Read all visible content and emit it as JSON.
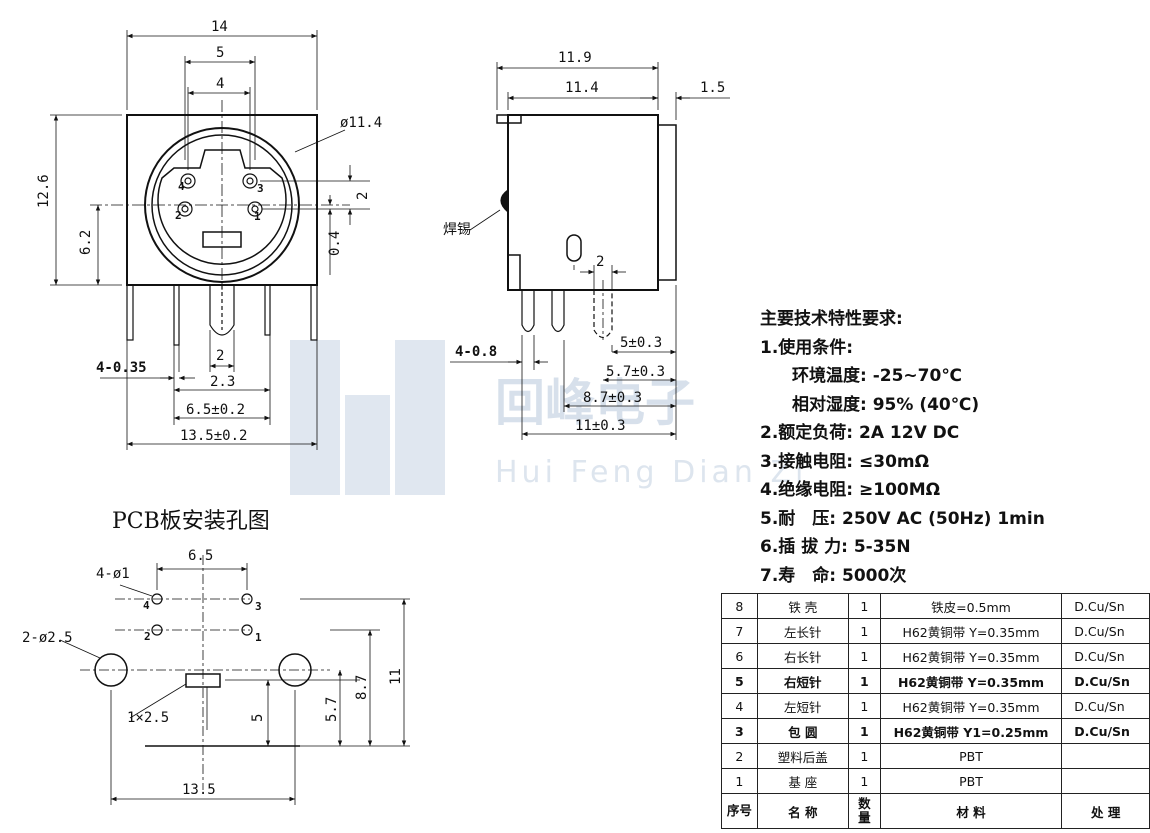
{
  "front_view": {
    "dims": {
      "width_14": "14",
      "pitch_5": "5",
      "pitch_4": "4",
      "diameter": "ø11.4",
      "height_12_6": "12.6",
      "height_6_2": "6.2",
      "v_2": "2",
      "v_0_4": "0.4",
      "pin_count_dia": "4-0.35",
      "pin_2": "2",
      "pin_2_3": "2.3",
      "pin_6_5": "6.5±0.2",
      "pin_13_5": "13.5±0.2"
    },
    "pin_labels": [
      "4",
      "3",
      "2",
      "1"
    ]
  },
  "side_view": {
    "dims": {
      "len_11_9": "11.9",
      "len_11_4": "11.4",
      "len_1_5": "1.5",
      "solder": "焊锡",
      "gap_2": "2",
      "pin_dia": "4-0.8",
      "d_5": "5±0.3",
      "d_5_7": "5.7±0.3",
      "d_8_7": "8.7±0.3",
      "d_11": "11±0.3"
    }
  },
  "pcb": {
    "title": "PCB板安装孔图",
    "dims": {
      "hole_small": "4-ø1",
      "pitch": "6.5",
      "hole_big": "2-ø2.5",
      "slot": "1×2.5",
      "v_5": "5",
      "v_5_7": "5.7",
      "v_8_7": "8.7",
      "v_11": "11",
      "width": "13.5"
    },
    "pin_labels": [
      "4",
      "3",
      "2",
      "1"
    ]
  },
  "watermark": {
    "cn": "回峰电子",
    "en": "Hui Feng Dian Zi"
  },
  "specs": {
    "title": "主要技术特性要求:",
    "items": [
      "1.使用条件:",
      "环境温度: -25~70℃",
      "相对湿度: 95% (40℃)",
      "2.额定负荷: 2A 12V DC",
      "3.接触电阻: ≤30mΩ",
      "4.绝缘电阻: ≥100MΩ",
      "5.耐　压: 250V AC (50Hz) 1min",
      "6.插 拔 力: 5-35N",
      "7.寿　命: 5000次"
    ]
  },
  "bom": {
    "rows": [
      {
        "no": "8",
        "name": "铁 壳",
        "qty": "1",
        "material": "铁皮=0.5mm",
        "process": "D.Cu/Sn",
        "bold": false
      },
      {
        "no": "7",
        "name": "左长针",
        "qty": "1",
        "material": "H62黄铜带 Y=0.35mm",
        "process": "D.Cu/Sn",
        "bold": false
      },
      {
        "no": "6",
        "name": "右长针",
        "qty": "1",
        "material": "H62黄铜带 Y=0.35mm",
        "process": "D.Cu/Sn",
        "bold": false
      },
      {
        "no": "5",
        "name": "右短针",
        "qty": "1",
        "material": "H62黄铜带 Y=0.35mm",
        "process": "D.Cu/Sn",
        "bold": true
      },
      {
        "no": "4",
        "name": "左短针",
        "qty": "1",
        "material": "H62黄铜带 Y=0.35mm",
        "process": "D.Cu/Sn",
        "bold": false
      },
      {
        "no": "3",
        "name": "包 圆",
        "qty": "1",
        "material": "H62黄铜带 Y1=0.25mm",
        "process": "D.Cu/Sn",
        "bold": true
      },
      {
        "no": "2",
        "name": "塑料后盖",
        "qty": "1",
        "material": "PBT",
        "process": "",
        "bold": false
      },
      {
        "no": "1",
        "name": "基 座",
        "qty": "1",
        "material": "PBT",
        "process": "",
        "bold": false
      }
    ],
    "header": {
      "no": "序号",
      "name": "名 称",
      "qty": "数量",
      "material": "材 料",
      "process": "处 理"
    }
  }
}
